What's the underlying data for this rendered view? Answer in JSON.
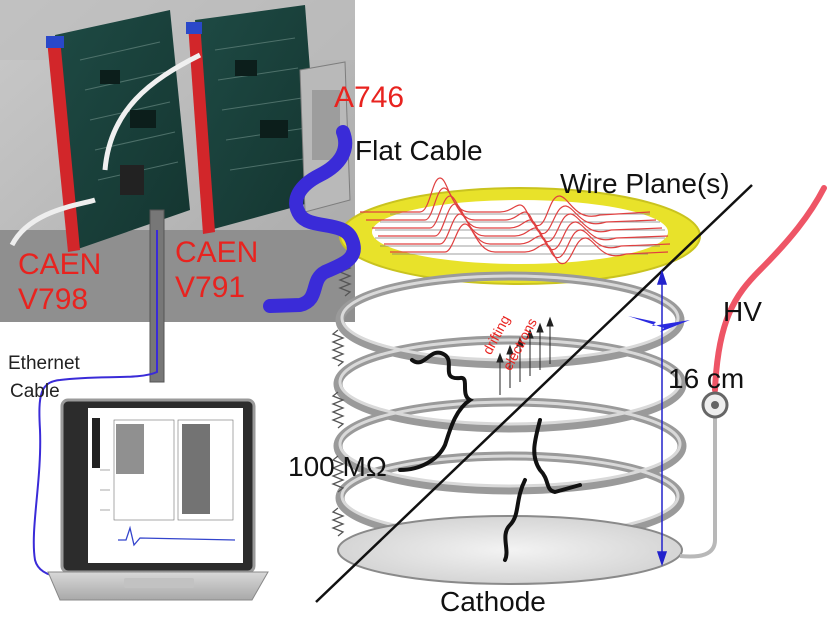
{
  "labels": {
    "module_a746": "A746",
    "flat_cable": "Flat Cable",
    "wire_planes": "Wire Plane(s)",
    "caen_v798_line1": "CAEN",
    "caen_v798_line2": "V798",
    "caen_v791_line1": "CAEN",
    "caen_v791_line2": "V791",
    "hv": "HV",
    "ethernet_line1": "Ethernet",
    "ethernet_line2": "Cable",
    "length": "16 cm",
    "resistor": "100 MΩ",
    "drift_line1": "drifting",
    "drift_line2": "electrons",
    "cathode": "Cathode"
  },
  "colors": {
    "label_red": "#e8231f",
    "flat_cable_blue": "#3a2bd8",
    "wire_plane_yellow": "#e8e22a",
    "signal_red": "#e04040",
    "hv_cable_pink": "#ee5566",
    "field_ring_gray": "#9a9a9a"
  },
  "icons": {
    "lightning": "lightning-bolt-icon",
    "hv_connector": "hv-connector-icon"
  }
}
